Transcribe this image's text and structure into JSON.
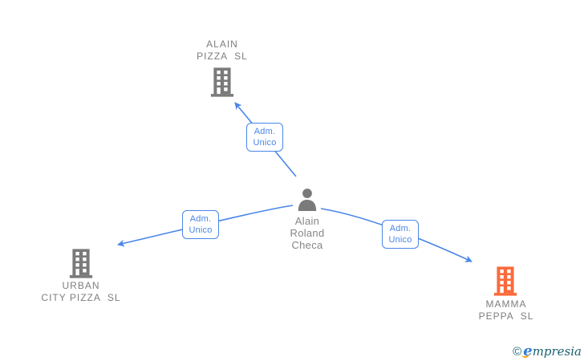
{
  "colors": {
    "edge_blue": "#4a86e8",
    "icon_gray": "#7a7a7a",
    "icon_orange": "#fb6a3c",
    "label_gray": "#7e7e7e",
    "watermark_teal": "#1a6272",
    "watermark_blue": "#2e7bd6",
    "watermark_orange": "#f59d00"
  },
  "nodes": {
    "company_top": {
      "lines": [
        "ALAIN",
        "PIZZA  SL"
      ]
    },
    "company_left": {
      "lines": [
        "URBAN",
        "CITY PIZZA  SL"
      ]
    },
    "company_right": {
      "lines": [
        "MAMMA",
        "PEPPA  SL"
      ]
    },
    "person": {
      "lines": [
        "Alain",
        "Roland",
        "Checa"
      ]
    }
  },
  "edge_labels": {
    "top": {
      "lines": [
        "Adm.",
        "Unico"
      ]
    },
    "left": {
      "lines": [
        "Adm.",
        "Unico"
      ]
    },
    "right": {
      "lines": [
        "Adm.",
        "Unico"
      ]
    }
  },
  "watermark": {
    "symbol": "©",
    "brand_initial": "e",
    "brand_rest": "mpresia"
  }
}
